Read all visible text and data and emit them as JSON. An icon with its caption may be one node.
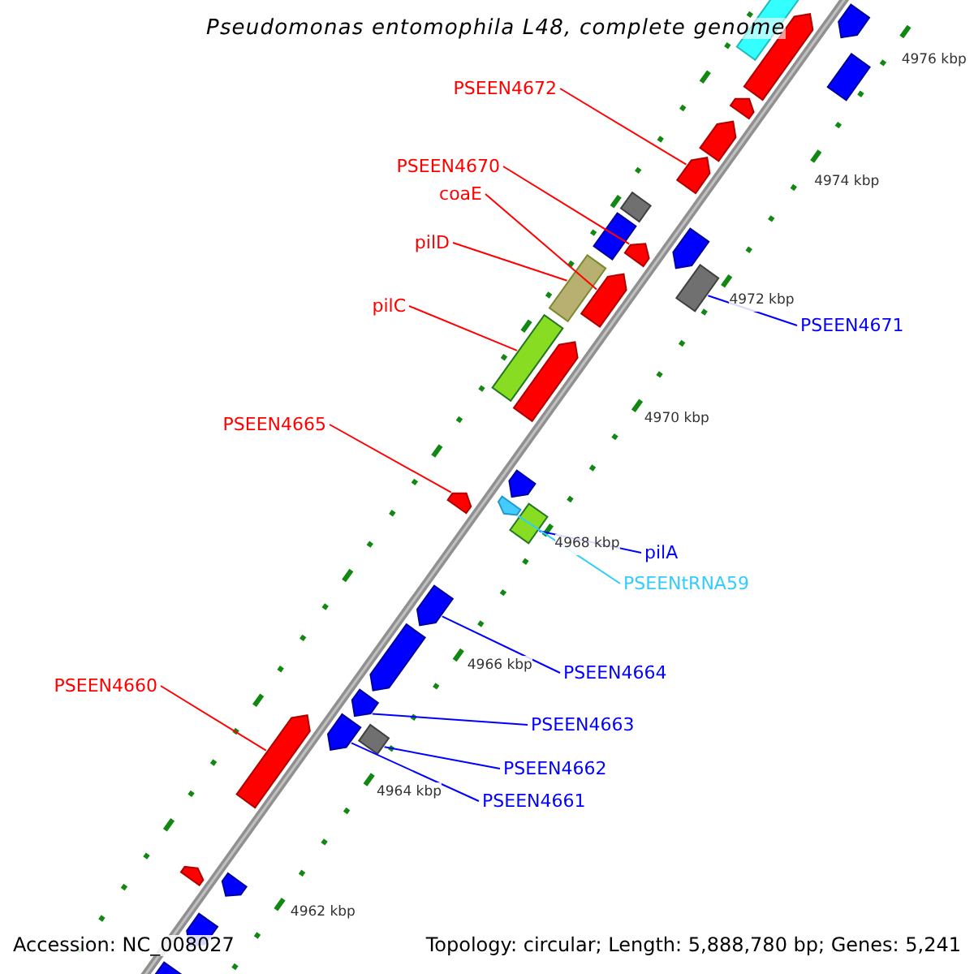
{
  "diagram": {
    "title": "Pseudomonas entomophila L48, complete genome",
    "nodes": [
      {
        "text": [
          "PSEEN4672"
        ]
      },
      {
        "text": [
          "PSEEN4670"
        ]
      },
      {
        "text": [
          "coaE"
        ]
      },
      {
        "text": [
          "pilD"
        ]
      },
      {
        "text": [
          "PSEEN4671"
        ]
      },
      {
        "text": [
          "pilC"
        ]
      },
      {
        "text": [
          "PSEEN4665"
        ]
      },
      {
        "text": [
          "pilA"
        ]
      },
      {
        "text": [
          "PSEENtRNA59"
        ]
      },
      {
        "text": [
          "PSEEN4664"
        ]
      },
      {
        "text": [
          "PSEEN4660"
        ]
      },
      {
        "text": [
          "PSEEN4663"
        ]
      },
      {
        "text": [
          "PSEEN4662"
        ]
      },
      {
        "text": [
          "PSEEN4661"
        ]
      },
      {
        "text": [],
        "shape": "arrow"
      },
      {
        "text": [],
        "shape": "arrow"
      },
      {
        "text": [],
        "shape": "arrow"
      },
      {
        "text": [],
        "shape": "bar"
      },
      {
        "text": [],
        "shape": "bar"
      },
      {
        "text": [],
        "shape": "bar"
      },
      {
        "text": [],
        "shape": "arrow"
      },
      {
        "text": [],
        "shape": "bar"
      },
      {
        "text": [],
        "shape": "arrow"
      },
      {
        "text": [],
        "shape": "arrow"
      },
      {
        "text": [],
        "shape": "arrow"
      },
      {
        "text": [],
        "shape": "arrow"
      },
      {
        "text": [],
        "shape": "bar"
      },
      {
        "text": [],
        "shape": "arrow"
      },
      {
        "text": [],
        "shape": "arrow"
      },
      {
        "text": [],
        "shape": "bar"
      },
      {
        "text": [],
        "shape": "bar"
      },
      {
        "text": [],
        "shape": "arrow"
      },
      {
        "text": [],
        "shape": "arrow"
      },
      {
        "text": [],
        "shape": "arrow"
      },
      {
        "text": [],
        "shape": "bar"
      },
      {
        "text": [],
        "shape": "arrow"
      },
      {
        "text": [],
        "shape": "bar"
      },
      {
        "text": [],
        "shape": "arrow"
      },
      {
        "text": [],
        "shape": "arrow"
      },
      {
        "text": [],
        "shape": "arrow"
      },
      {
        "text": [],
        "shape": "arrow"
      },
      {
        "text": [],
        "shape": "arrow"
      },
      {
        "text": [],
        "shape": "arrow"
      },
      {
        "text": [],
        "shape": "arrow"
      }
    ],
    "edges": [
      {
        "from": 0,
        "to": 14,
        "arrow": "none"
      },
      {
        "from": 1,
        "to": 15,
        "arrow": "none"
      },
      {
        "from": 2,
        "to": 16,
        "arrow": "none"
      },
      {
        "from": 3,
        "to": 17,
        "arrow": "none"
      },
      {
        "from": 4,
        "to": 18,
        "arrow": "none",
        "color": "#0000ff"
      },
      {
        "from": 5,
        "to": 19,
        "arrow": "none"
      },
      {
        "from": 6,
        "to": 20,
        "arrow": "none"
      },
      {
        "from": 7,
        "to": 21,
        "arrow": "none",
        "color": "#0000ff"
      },
      {
        "from": 8,
        "to": 22,
        "arrow": "none",
        "color": "#33ccff"
      },
      {
        "from": 9,
        "to": 23,
        "arrow": "none",
        "color": "#0000ff"
      },
      {
        "from": 10,
        "to": 24,
        "arrow": "none"
      },
      {
        "from": 11,
        "to": 25,
        "arrow": "none",
        "color": "#0000ff"
      },
      {
        "from": 12,
        "to": 26,
        "arrow": "none",
        "color": "#0000ff"
      },
      {
        "from": 13,
        "to": 27,
        "arrow": "none",
        "color": "#0000ff"
      }
    ],
    "labels": [
      "4976 kbp",
      "4974 kbp",
      "4972 kbp",
      "4970 kbp",
      "4968 kbp",
      "4966 kbp",
      "4964 kbp",
      "4962 kbp",
      "Accession: NC_008027",
      "Topology: circular; Length: 5,888,780 bp; Genes: 5,241"
    ]
  }
}
